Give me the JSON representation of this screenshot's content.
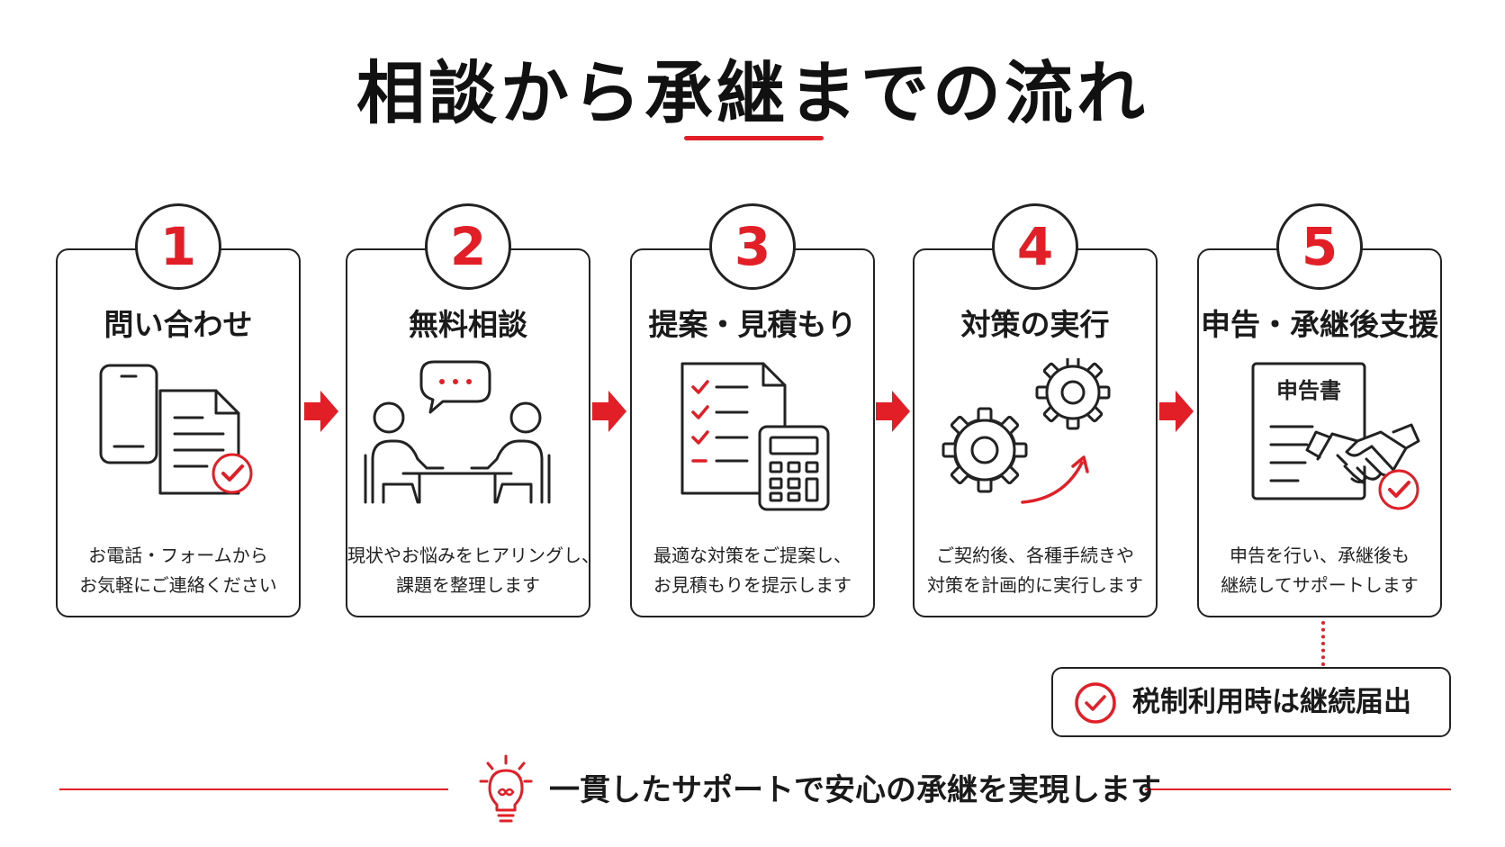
{
  "title": "相談から承継までの流れ",
  "colors": {
    "accent": "#e21f26",
    "ink": "#222222",
    "background": "#ffffff"
  },
  "steps": [
    {
      "number": "1",
      "title": "問い合わせ",
      "icon": "phone-document-check-icon",
      "desc_line1": "お電話・フォームから",
      "desc_line2": "お気軽にご連絡ください"
    },
    {
      "number": "2",
      "title": "無料相談",
      "icon": "consultation-meeting-icon",
      "desc_line1": "現状やお悩みをヒアリングし、",
      "desc_line2": "課題を整理します"
    },
    {
      "number": "3",
      "title": "提案・見積もり",
      "icon": "checklist-calculator-icon",
      "desc_line1": "最適な対策をご提案し、",
      "desc_line2": "お見積もりを提示します"
    },
    {
      "number": "4",
      "title": "対策の実行",
      "icon": "gears-icon",
      "desc_line1": "ご契約後、各種手続きや",
      "desc_line2": "対策を計画的に実行します"
    },
    {
      "number": "5",
      "title": "申告・承継後支援",
      "icon": "declaration-handshake-icon",
      "icon_label": "申告書",
      "desc_line1": "申告を行い、承継後も",
      "desc_line2": "継続してサポートします"
    }
  ],
  "note": {
    "icon": "check-circle-icon",
    "text": "税制利用時は継続届出"
  },
  "footer": {
    "icon": "lightbulb-icon",
    "text": "一貫したサポートで安心の承継を実現します"
  }
}
